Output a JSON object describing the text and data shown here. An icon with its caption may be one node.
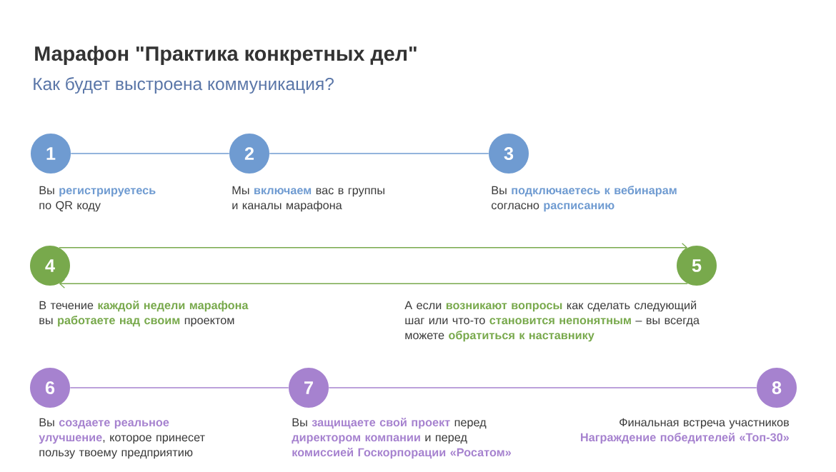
{
  "diagram": {
    "title": "Марафон \"Практика конкретных дел\"",
    "nodes": [
      {
        "text": [
          "1"
        ],
        "beside": [
          "Вы **регистрируетесь** по QR коду"
        ]
      },
      {
        "text": [
          "2"
        ],
        "beside": [
          "Мы **включаем** вас в группы и каналы марафона"
        ]
      },
      {
        "text": [
          "3"
        ],
        "beside": [
          "Вы **подключаетесь к вебинарам** согласно **расписанию**"
        ]
      },
      {
        "text": [
          "4"
        ],
        "beside": [
          "В течение **каждой недели марафона** вы **работаете над своим** проектом"
        ]
      },
      {
        "text": [
          "5"
        ],
        "beside": [
          "А если **возникают вопросы** как сделать следующий шаг или что-то **становится непонятным** – вы всегда можете **обратиться к наставнику**"
        ]
      },
      {
        "text": [
          "6"
        ],
        "beside": [
          "Вы **создаете реальное улучшение**, которое принесет пользу твоему предприятию"
        ]
      },
      {
        "text": [
          "7"
        ],
        "beside": [
          "Вы **защищаете свой проект** перед **директором компании** и перед **комиссией Госкорпорации «Росатом»**"
        ]
      },
      {
        "text": [
          "8"
        ],
        "beside": [
          "Финальная встреча участников **Награждение победителей «Топ-30»**"
        ]
      }
    ],
    "edges": [
      {
        "from": 0,
        "to": 1,
        "arrow": "none",
        "color": "#6f9bd1"
      },
      {
        "from": 1,
        "to": 2,
        "arrow": "none",
        "color": "#6f9bd1"
      },
      {
        "from": 3,
        "to": 4,
        "arrow": "to",
        "color": "#78a94c"
      },
      {
        "from": 4,
        "to": 3,
        "arrow": "to",
        "color": "#78a94c"
      },
      {
        "from": 5,
        "to": 6,
        "arrow": "none",
        "color": "#a682cf"
      },
      {
        "from": 6,
        "to": 7,
        "arrow": "none",
        "color": "#a682cf"
      }
    ],
    "labels": [
      "Как будет выстроена коммуникация?"
    ]
  }
}
